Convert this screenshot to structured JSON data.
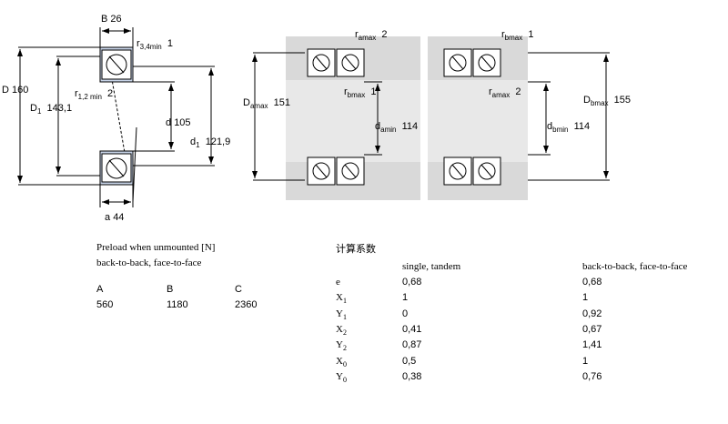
{
  "left_diagram": {
    "B": "B",
    "B_val": "26",
    "r34": "r",
    "r34_sub": "3,4min",
    "r34_val": "1",
    "r12": "r",
    "r12_sub": "1,2 min",
    "r12_val": "2",
    "D": "D",
    "D_val": "160",
    "D1": "D",
    "D1_sub": "1",
    "D1_val": "143,1",
    "d": "d",
    "d_val": "105",
    "d1": "d",
    "d1_sub": "1",
    "d1_val": "121,9",
    "a": "a",
    "a_val": "44"
  },
  "right_diagram": {
    "ramax_left": "r",
    "ramax_left_sub": "amax",
    "ramax_left_val": "2",
    "rbmax_top": "r",
    "rbmax_top_sub": "bmax",
    "rbmax_top_val": "1",
    "Damax": "D",
    "Damax_sub": "amax",
    "Damax_val": "151",
    "rbmax_mid": "r",
    "rbmax_mid_sub": "bmax",
    "rbmax_mid_val": "1",
    "ramax_mid": "r",
    "ramax_mid_sub": "amax",
    "ramax_mid_val": "2",
    "Dbmax": "D",
    "Dbmax_sub": "bmax",
    "Dbmax_val": "155",
    "damin": "d",
    "damin_sub": "amin",
    "damin_val": "114",
    "dbmin": "d",
    "dbmin_sub": "bmin",
    "dbmin_val": "114"
  },
  "preload": {
    "title": "Preload when unmounted [N]",
    "subtitle": "back-to-back, face-to-face",
    "headers": [
      "A",
      "B",
      "C"
    ],
    "values": [
      "560",
      "1180",
      "2360"
    ]
  },
  "factors": {
    "title": "计算系数",
    "col1_header": "single, tandem",
    "col2_header": "back-to-back, face-to-face",
    "rows": [
      {
        "name": "e",
        "sub": "",
        "c1": "0,68",
        "c2": "0,68"
      },
      {
        "name": "X",
        "sub": "1",
        "c1": "1",
        "c2": "1"
      },
      {
        "name": "Y",
        "sub": "1",
        "c1": "0",
        "c2": "0,92"
      },
      {
        "name": "X",
        "sub": "2",
        "c1": "0,41",
        "c2": "0,67"
      },
      {
        "name": "Y",
        "sub": "2",
        "c1": "0,87",
        "c2": "1,41"
      },
      {
        "name": "X",
        "sub": "0",
        "c1": "0,5",
        "c2": "1"
      },
      {
        "name": "Y",
        "sub": "0",
        "c1": "0,38",
        "c2": "0,76"
      }
    ]
  }
}
